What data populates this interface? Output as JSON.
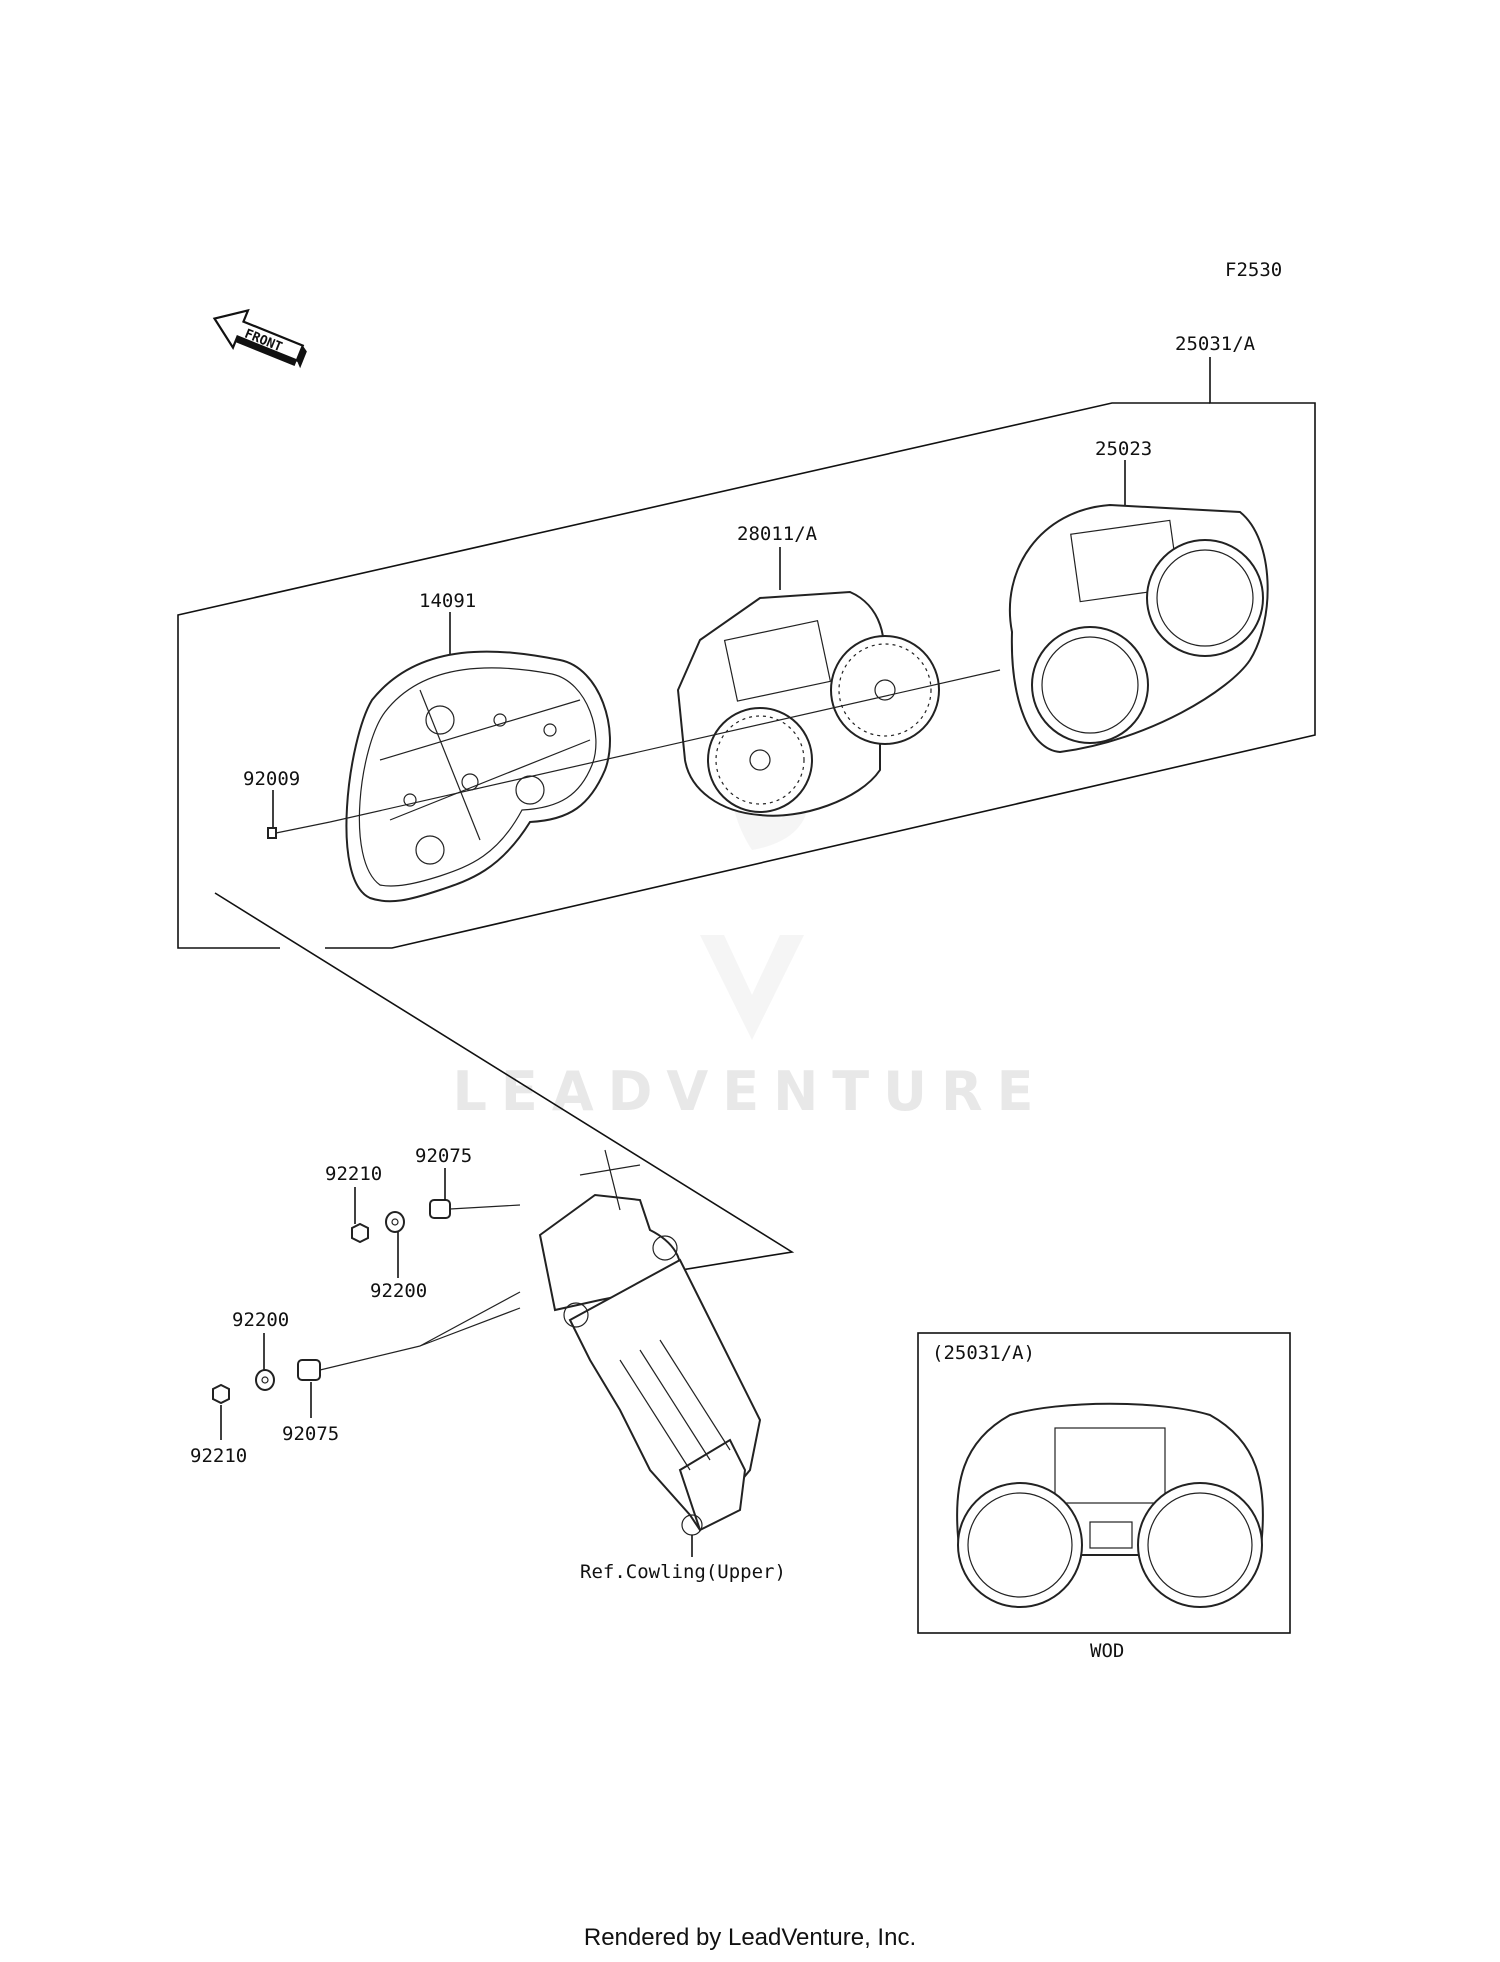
{
  "diagram": {
    "figure_code": "F2530",
    "front_arrow_label": "FRONT",
    "watermark": "LEADVENTURE",
    "footer": "Rendered by LeadVenture, Inc.",
    "callouts": {
      "assembly": "25031/A",
      "cover": "25023",
      "meter": "28011/A",
      "case": "14091",
      "screw": "92009",
      "damper_upper": "92075",
      "nut_upper": "92210",
      "washer_upper": "92200",
      "washer_lower": "92200",
      "nut_lower": "92210",
      "damper_lower": "92075",
      "ref_note": "Ref.Cowling(Upper)"
    },
    "inset": {
      "title": "(25031/A)",
      "caption": "WOD"
    }
  }
}
